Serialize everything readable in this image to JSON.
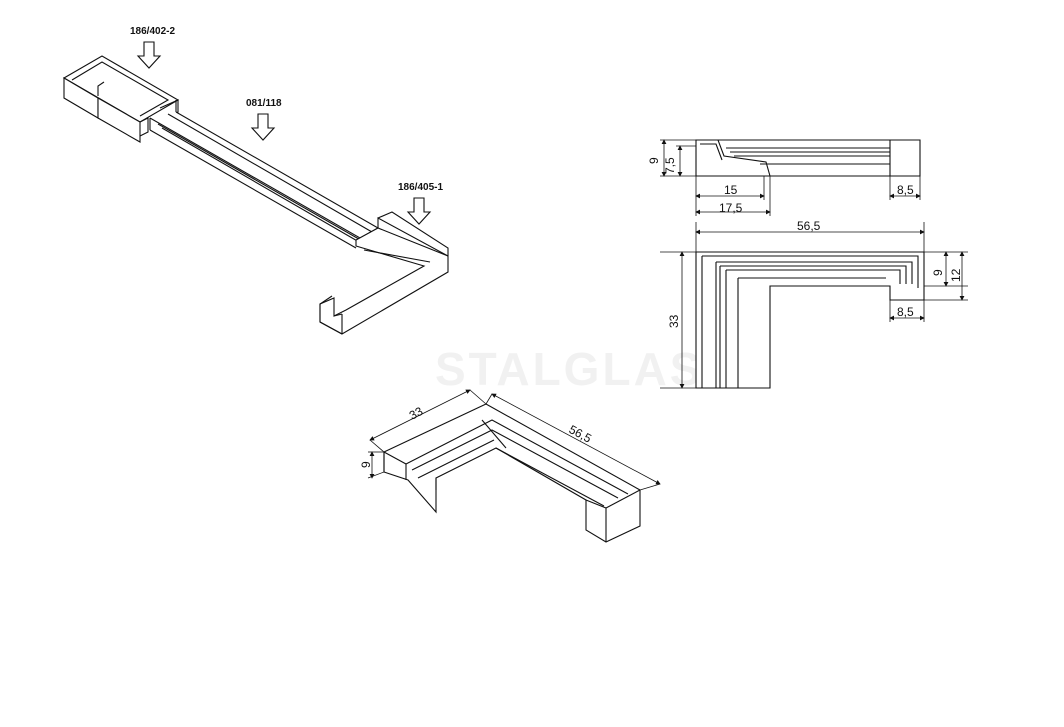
{
  "watermark": "STALGLASS",
  "part_labels": {
    "left_end_cap": "186/402-2",
    "profile": "081/118",
    "corner": "186/405-1"
  },
  "side_view": {
    "height_outer": "9",
    "height_inner": "7,5",
    "width_15": "15",
    "width_17_5": "17,5",
    "end_width": "8,5"
  },
  "top_view": {
    "length": "56,5",
    "depth": "33",
    "height_9": "9",
    "height_12": "12",
    "end_width": "8,5"
  },
  "iso_corner": {
    "depth": "33",
    "length": "56,5",
    "height": "9"
  }
}
